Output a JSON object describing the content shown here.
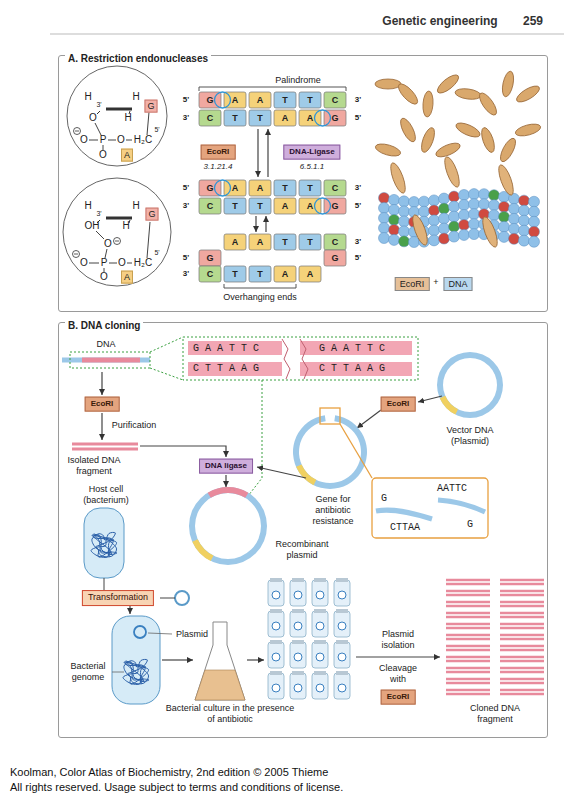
{
  "diagram": {
    "nodes": [
      {
        "text": [
          "A. Restriction endonucleases"
        ]
      },
      {
        "text": [
          "EcoRI"
        ],
        "in": 0
      },
      {
        "text": [
          "DNA-Ligase"
        ],
        "in": 0
      },
      {
        "text": [
          "B. DNA cloning"
        ]
      },
      {
        "text": [
          "EcoRI"
        ],
        "in": 3
      },
      {
        "text": [
          "DNA ligase"
        ],
        "in": 3
      },
      {
        "text": [
          "EcoRI"
        ],
        "in": 3
      },
      {
        "text": [
          "Transformation"
        ],
        "in": 3
      },
      {
        "text": [
          "EcoRI"
        ],
        "in": 3
      }
    ],
    "labels": [
      "Genetic engineering",
      "259",
      "H",
      "3'",
      "H",
      "G",
      "O",
      "H",
      "O",
      "P",
      "O",
      "H₂C",
      "5'",
      "O",
      "A",
      "H",
      "3'",
      "H",
      "G",
      "OH",
      "H",
      "O",
      "O",
      "P",
      "O",
      "H₂C",
      "5'",
      "O",
      "A",
      "5'",
      "3'",
      "G",
      "A",
      "A",
      "T",
      "T",
      "C",
      "C",
      "T",
      "T",
      "A",
      "A",
      "G",
      "3'",
      "5'",
      "5'",
      "3'",
      "G",
      "A",
      "A",
      "T",
      "T",
      "C",
      "C",
      "T",
      "T",
      "A",
      "A",
      "G",
      "3'",
      "5'",
      "5'",
      "3'",
      "G",
      "C",
      "T",
      "T",
      "A",
      "A",
      "A",
      "A",
      "T",
      "T",
      "C",
      "G",
      "3'",
      "5'",
      "Palindrome",
      "3.1.21.4",
      "6.5.1.1",
      "Overhanging ends",
      "+",
      "DNA",
      "G A A T T C",
      "G A A T T C",
      "C T T A A G",
      "C T T A A G",
      "Purification",
      "Isolated DNA fragment",
      "Vector DNA (Plasmid)",
      "Gene for antibiotic resistance",
      "AATTC",
      "G",
      "CTTAA",
      "G",
      "Host cell (bacterium)",
      "Recombinant plasmid",
      "Plasmid",
      "Bacterial genome",
      "Bacterial culture in the presence of antibiotic",
      "Plasmid isolation",
      "Cleavage with",
      "Cloned DNA fragment",
      "Koolman, Color Atlas of Biochemistry, 2nd edition © 2005 Thieme",
      "All rights reserved. Usage subject to terms and conditions of license."
    ],
    "legend": [
      {
        "text": "EcoRI",
        "color": "#e6c098"
      },
      {
        "text": "DNA",
        "color": "#b9d8ef"
      }
    ]
  }
}
